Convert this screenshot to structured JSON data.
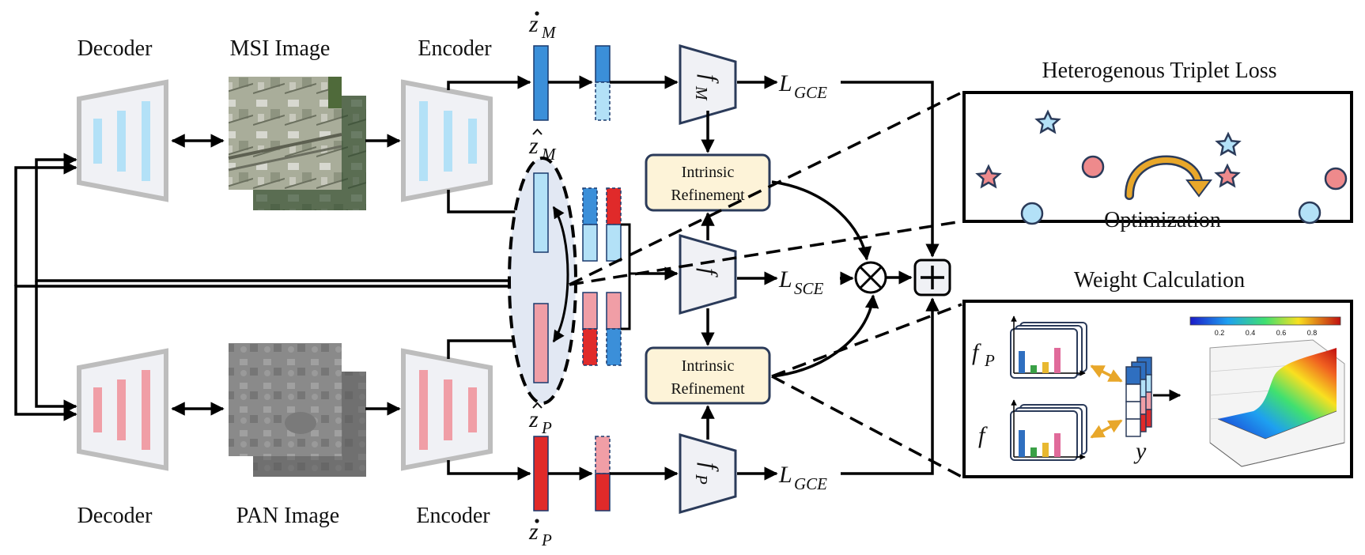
{
  "labels": {
    "decoder_top": "Decoder",
    "msi_image": "MSI Image",
    "encoder_top": "Encoder",
    "decoder_bottom": "Decoder",
    "pan_image": "PAN Image",
    "encoder_bottom": "Encoder",
    "heterogenous_triplet_loss": "Heterogenous Triplet Loss",
    "optimization": "Optimization",
    "weight_calculation": "Weight Calculation",
    "intrinsic_refinement": [
      "Intrinsic",
      "Refinement"
    ]
  },
  "symbols": {
    "z_dot_m": {
      "base": "z",
      "sub": "M"
    },
    "z_hat_m": {
      "base": "z",
      "sub": "M"
    },
    "z_hat_p": {
      "base": "z",
      "sub": "P"
    },
    "z_dot_p": {
      "base": "z",
      "sub": "P"
    },
    "f_m": {
      "base": "f",
      "sub": "M"
    },
    "f": {
      "base": "f",
      "sub": ""
    },
    "f_p": {
      "base": "f",
      "sub": "P"
    },
    "l_gce_top": {
      "base": "L",
      "sub": "GCE"
    },
    "l_sce": {
      "base": "L",
      "sub": "SCE"
    },
    "l_gce_bottom": {
      "base": "L",
      "sub": "GCE"
    },
    "wc_f_p": {
      "base": "f",
      "sub": "P"
    },
    "wc_f": {
      "base": "f",
      "sub": ""
    },
    "wc_y": "y"
  },
  "colorbar_ticks": [
    "0.2",
    "0.4",
    "0.6",
    "0.8"
  ],
  "colors": {
    "msi_blue": "#3b8fd9",
    "msi_light": "#b3e1f7",
    "pan_red": "#e02a2a",
    "pan_pink": "#f09ea6",
    "box_fill": "#fdf3d8",
    "box_stroke": "#2b3b5a",
    "trap_fill": "#f0f1f5",
    "gold": "#e8a72a",
    "ellipse_fill": "#e2e8f3"
  }
}
